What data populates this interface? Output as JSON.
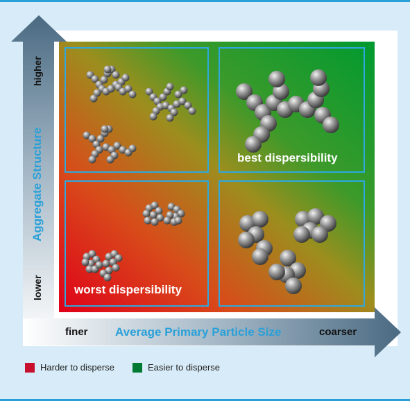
{
  "y_axis": {
    "title": "Aggregate Structure",
    "high": "higher",
    "low": "lower"
  },
  "x_axis": {
    "title": "Average Primary Particle Size",
    "low": "finer",
    "high": "coarser"
  },
  "quadrants": {
    "top_right_label": "best dispersibility",
    "bottom_left_label": "worst dispersibility"
  },
  "legend": [
    {
      "label": "Harder to disperse",
      "color": "#c8102e"
    },
    {
      "label": "Easier to disperse",
      "color": "#007a33"
    }
  ],
  "colors": {
    "accent": "#2aa0d8",
    "hard": "#e0001a",
    "easy": "#009a30"
  }
}
